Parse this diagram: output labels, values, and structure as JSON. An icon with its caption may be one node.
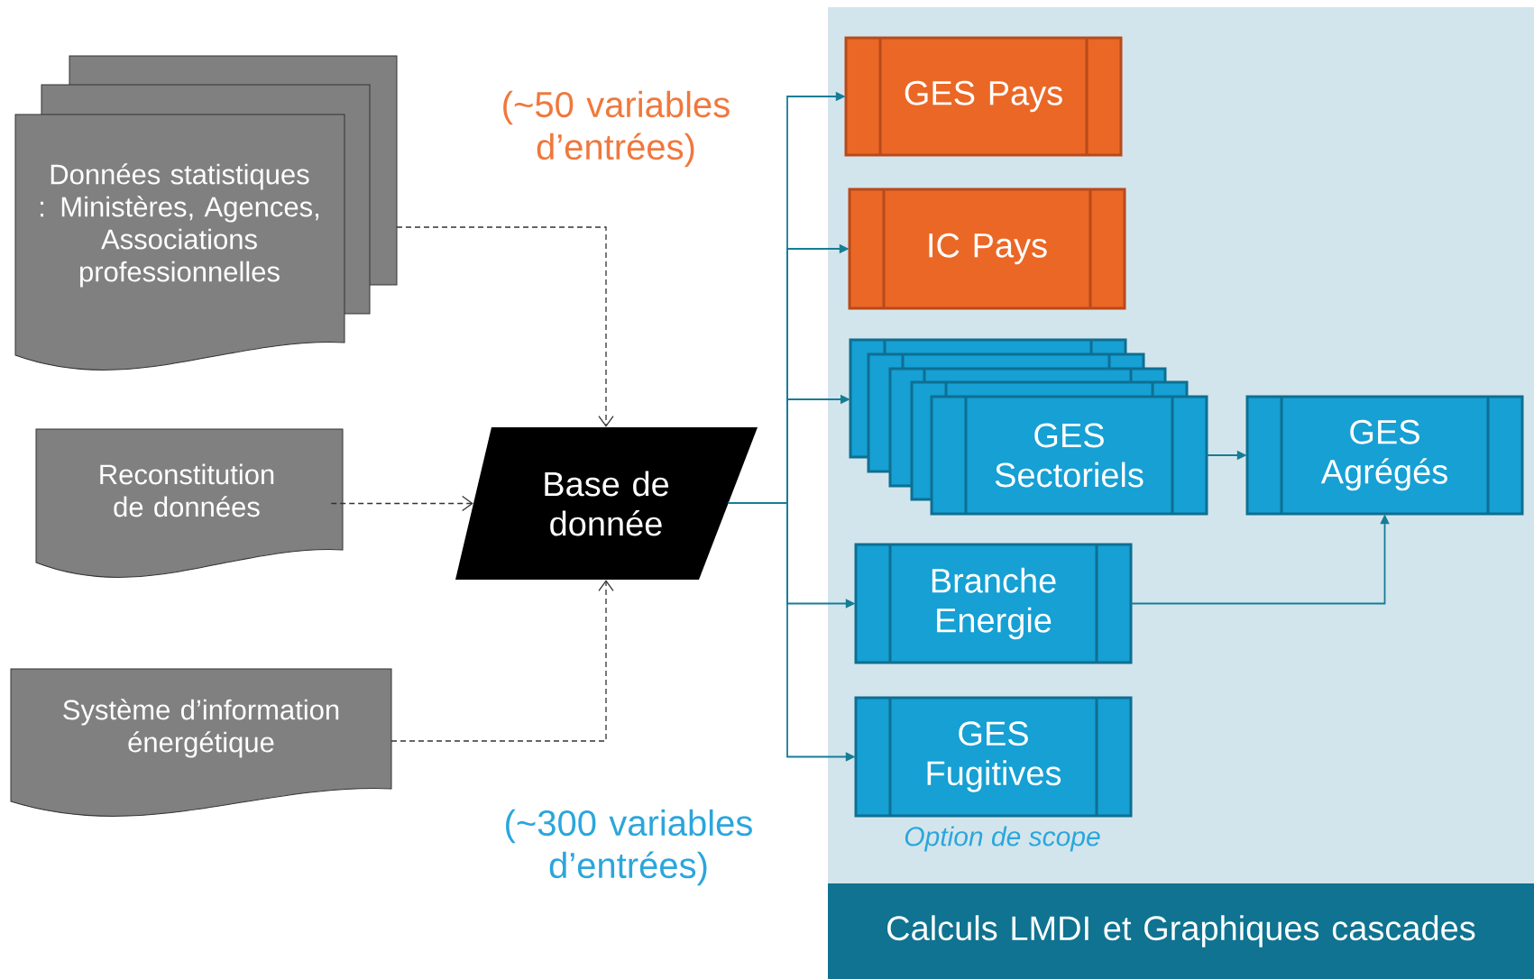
{
  "diagram": {
    "nodes": [
      {
        "text": [
          "Calculs LMDI et Graphiques cascades"
        ]
      },
      {
        "text": [
          "GES Pays"
        ],
        "in": 0
      },
      {
        "text": [
          "IC Pays"
        ],
        "in": 0
      },
      {
        "text": [
          "GES Sectoriels"
        ],
        "in": 0
      },
      {
        "text": [
          "GES Agrégés"
        ],
        "in": 0
      },
      {
        "text": [
          "Branche Energie"
        ],
        "in": 0
      },
      {
        "text": [
          "GES Fugitives"
        ],
        "in": 0,
        "beside": [
          "Option de scope"
        ]
      },
      {
        "text": [
          "Données statistiques : Ministères, Agences, Associations professionnelles"
        ]
      },
      {
        "text": [
          "Reconstitution de données"
        ]
      },
      {
        "text": [
          "Système d’information énergétique"
        ]
      },
      {
        "text": [
          "Base de donnée"
        ]
      }
    ],
    "edges": [
      {
        "from": 7,
        "to": 10,
        "arrow": "to",
        "style": "dashed",
        "color": "#333333"
      },
      {
        "from": 8,
        "to": 10,
        "arrow": "to",
        "style": "dashed",
        "color": "#333333"
      },
      {
        "from": 9,
        "to": 10,
        "arrow": "to",
        "style": "dashed",
        "color": "#333333"
      },
      {
        "from": 10,
        "to": 1,
        "arrow": "to"
      },
      {
        "from": 10,
        "to": 2,
        "arrow": "to"
      },
      {
        "from": 10,
        "to": 3,
        "arrow": "to"
      },
      {
        "from": 10,
        "to": 5,
        "arrow": "to"
      },
      {
        "from": 10,
        "to": 6,
        "arrow": "to"
      },
      {
        "from": 3,
        "to": 4,
        "arrow": "to"
      },
      {
        "from": 5,
        "to": 4,
        "arrow": "to"
      }
    ],
    "labels": [
      "(~50 variables d’entrées)",
      "(~300 variables d’entrées)"
    ]
  }
}
